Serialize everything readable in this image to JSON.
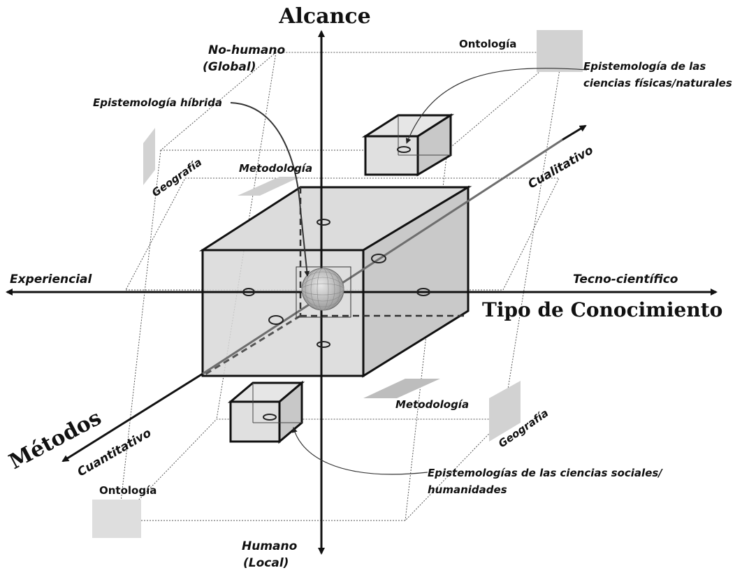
{
  "axes": {
    "vertical_title": "Alcance",
    "vertical_top": "No-humano",
    "vertical_top_sub": "(Global)",
    "vertical_bottom": "Humano",
    "vertical_bottom_sub": "(Local)",
    "horizontal_title": "Tipo de Conocimiento",
    "horizontal_left": "Experiencial",
    "horizontal_right": "Tecno-científico",
    "depth_title": "Métodos",
    "depth_front": "Cuantitativo",
    "depth_back": "Cualitativo"
  },
  "planes": {
    "ontology_top": "Ontología",
    "ontology_bottom": "Ontología",
    "geography_left": "Geografía",
    "geography_right": "Geografía",
    "methodology_top": "Metodología",
    "methodology_bottom": "Metodología"
  },
  "callouts": {
    "hybrid": "Epistemología híbrida",
    "natural_line1": "Epistemología de las",
    "natural_line2": "ciencias físicas/naturales",
    "social_line1": "Epistemologías de las ciencias sociales/",
    "social_line2": "humanidades"
  },
  "colors": {
    "ink": "#111111",
    "cube_fill": "#d9d9d9",
    "plane_fill": "#cfcfcf",
    "axis_gray": "#6e6e6e"
  }
}
